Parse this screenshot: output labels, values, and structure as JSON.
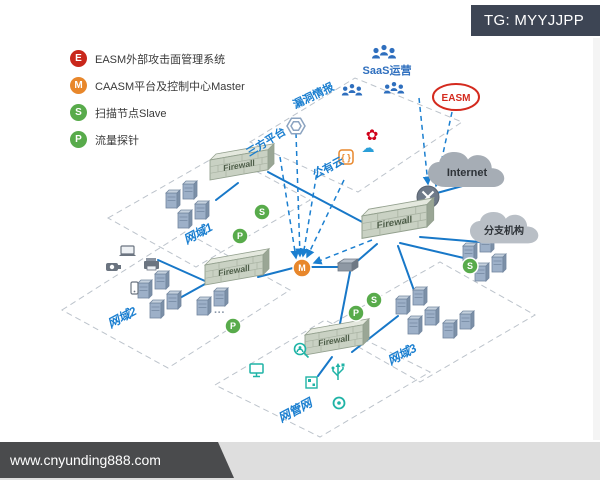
{
  "overlay": {
    "tg_badge": "TG: MYYJJPP",
    "site_url": "www.cnyunding888.com"
  },
  "legend": {
    "items": [
      {
        "symbol": "E",
        "label": "EASM外部攻击面管理系统"
      },
      {
        "symbol": "M",
        "label": "CAASM平台及控制中心Master"
      },
      {
        "symbol": "S",
        "label": "扫描节点Slave"
      },
      {
        "symbol": "P",
        "label": "流量探针"
      }
    ]
  },
  "diagram": {
    "saas_label": "SaaS运营",
    "easm_label": "EASM",
    "internet_label": "Internet",
    "branch_label": "分支机构",
    "firewall_label": "Firewall",
    "edge_labels": {
      "vuln_intel": "漏洞情报",
      "third_party": "三方平台",
      "public_cloud": "公有云"
    },
    "zones": {
      "zone1": "网域1",
      "zone2": "网域2",
      "zone3": "网域3",
      "mgmt": "网管网"
    },
    "markers": {
      "master": "M",
      "scanner": "S",
      "probe": "P"
    },
    "more_dots": "···",
    "icons": {
      "huawei_flower": "✿",
      "blue_cloud": "☁",
      "code_brackets": "{ }"
    }
  },
  "colors": {
    "easm_red": "#c9271b",
    "master_orange": "#e8872b",
    "node_green": "#58ab4b",
    "line_blue": "#1b7fd0",
    "icon_teal": "#1fb3a6",
    "badge_dark": "#3d4554"
  }
}
